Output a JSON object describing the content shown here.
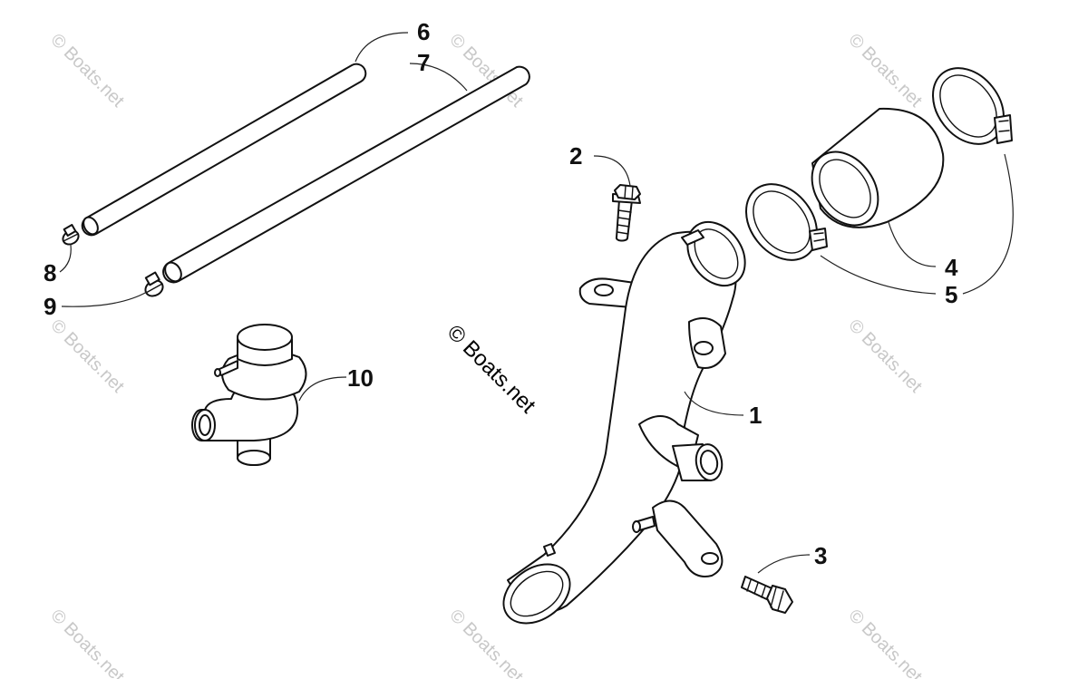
{
  "watermark": {
    "text": "© Boats.net",
    "center_text": "© Boats.net"
  },
  "callouts": {
    "c1": "1",
    "c2": "2",
    "c3": "3",
    "c4": "4",
    "c5": "5",
    "c6": "6",
    "c7": "7",
    "c8": "8",
    "c9": "9",
    "c10": "10"
  },
  "parts": {
    "p1": "coolant-pipe-icon",
    "p2": "bolt-icon",
    "p3": "bolt-icon",
    "p4": "coupler-hose-icon",
    "p5": "hose-clamp-icon",
    "p6": "hose-icon",
    "p7": "hose-icon",
    "p8": "hose-clip-icon",
    "p9": "hose-clip-icon",
    "p10": "valve-icon"
  }
}
